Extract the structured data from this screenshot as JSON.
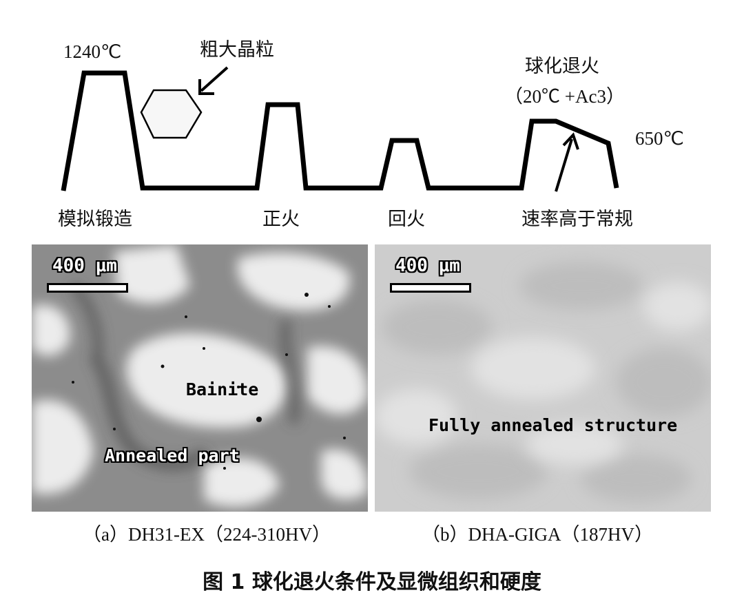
{
  "diagram": {
    "temp_forging": "1240℃",
    "coarse_grain": "粗大晶粒",
    "spheroidize_title": "球化退火",
    "spheroidize_cond": "（20℃ +Ac3）",
    "temp_650": "650℃",
    "step_forging": "模拟锻造",
    "step_normalize": "正火",
    "step_temper": "回火",
    "step_rate": "速率高于常规"
  },
  "panels": [
    {
      "scale": "400 μm",
      "labels": [
        "Bainite",
        "Annealed part"
      ],
      "caption": "（a）DH31-EX（224-310HV）"
    },
    {
      "scale": "400 μm",
      "labels": [
        "Fully annealed structure"
      ],
      "caption": "（b）DHA-GIGA（187HV）"
    }
  ],
  "figure_title": "图 1  球化退火条件及显微组织和硬度"
}
